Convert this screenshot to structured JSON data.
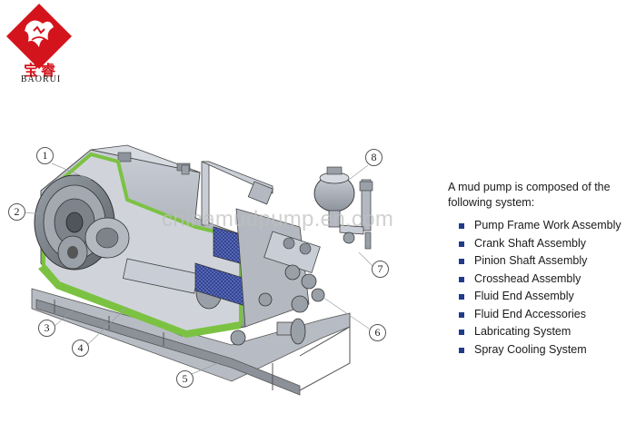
{
  "logo": {
    "chinese_name": "宝睿",
    "english_name": "BAORUI",
    "color": "#d4141c"
  },
  "diagram": {
    "callouts": [
      "1",
      "2",
      "3",
      "4",
      "5",
      "6",
      "7",
      "8"
    ],
    "watermark": "chinamudpump.en.com",
    "highlight_color": "#7cc242"
  },
  "description": {
    "intro": "A mud pump is composed of the following system:",
    "items": [
      "Pump Frame Work Assembly",
      "Crank Shaft Assembly",
      "Pinion Shaft Assembly",
      "Crosshead Assembly",
      "Fluid End Assembly",
      "Fluid End Accessories",
      "Labricating System",
      "Spray Cooling System"
    ],
    "bullet_color": "#1f3b8a"
  }
}
